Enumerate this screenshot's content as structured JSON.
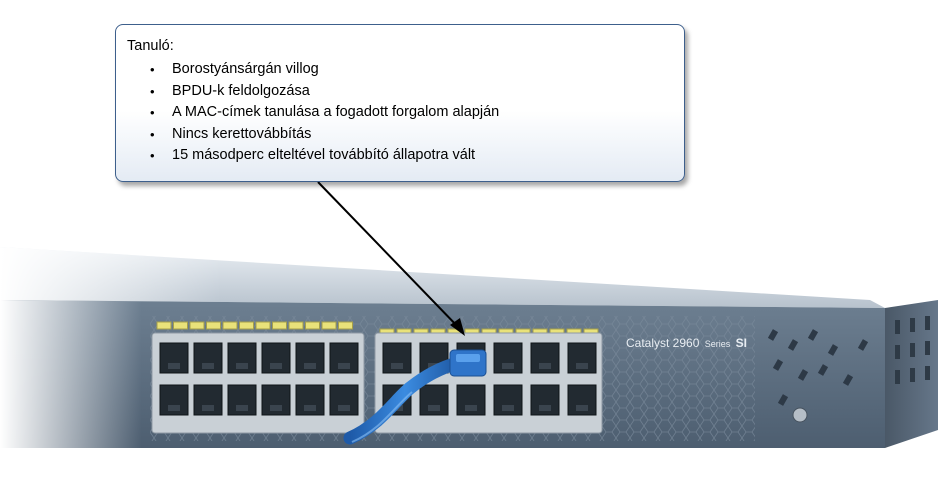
{
  "callout": {
    "title": "Tanuló:",
    "items": [
      "Borostyánsárgán villog",
      "BPDU-k feldolgozása",
      "A MAC-címek tanulása a fogadott forgalom alapján",
      "Nincs kerettovábbítás",
      "15 másodperc elteltével továbbító állapotra vált"
    ]
  },
  "device": {
    "model_label": "Catalyst 2960",
    "series_label": "Series",
    "suffix_label": "SI"
  },
  "colors": {
    "callout_border": "#3d5f8c",
    "switch_body": "#5b6d7f",
    "port_led": "#e9e27a",
    "cable": "#2f74c9"
  }
}
